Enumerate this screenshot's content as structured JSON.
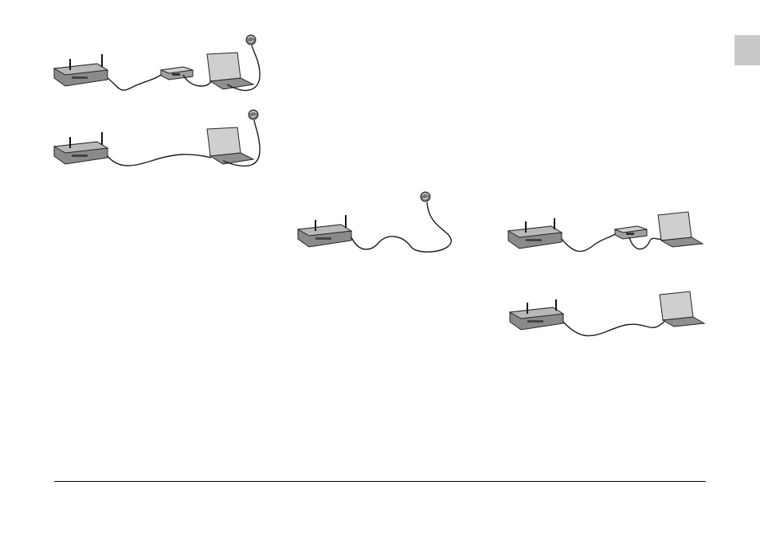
{
  "page": {
    "background": "#ffffff",
    "tab_color": "#c8c8c8",
    "footer_rule_color": "#000000"
  },
  "diagrams": [
    {
      "name": "router-modem-laptop-internet",
      "components": [
        "router-icon",
        "modem-icon",
        "laptop-icon",
        "globe-icon"
      ]
    },
    {
      "name": "router-laptop-internet",
      "components": [
        "router-icon",
        "laptop-icon",
        "globe-icon"
      ]
    },
    {
      "name": "router-internet",
      "components": [
        "router-icon",
        "globe-icon"
      ]
    },
    {
      "name": "router-modem-laptop",
      "components": [
        "router-icon",
        "modem-icon",
        "laptop-icon"
      ]
    },
    {
      "name": "router-laptop",
      "components": [
        "router-icon",
        "laptop-icon"
      ]
    }
  ]
}
